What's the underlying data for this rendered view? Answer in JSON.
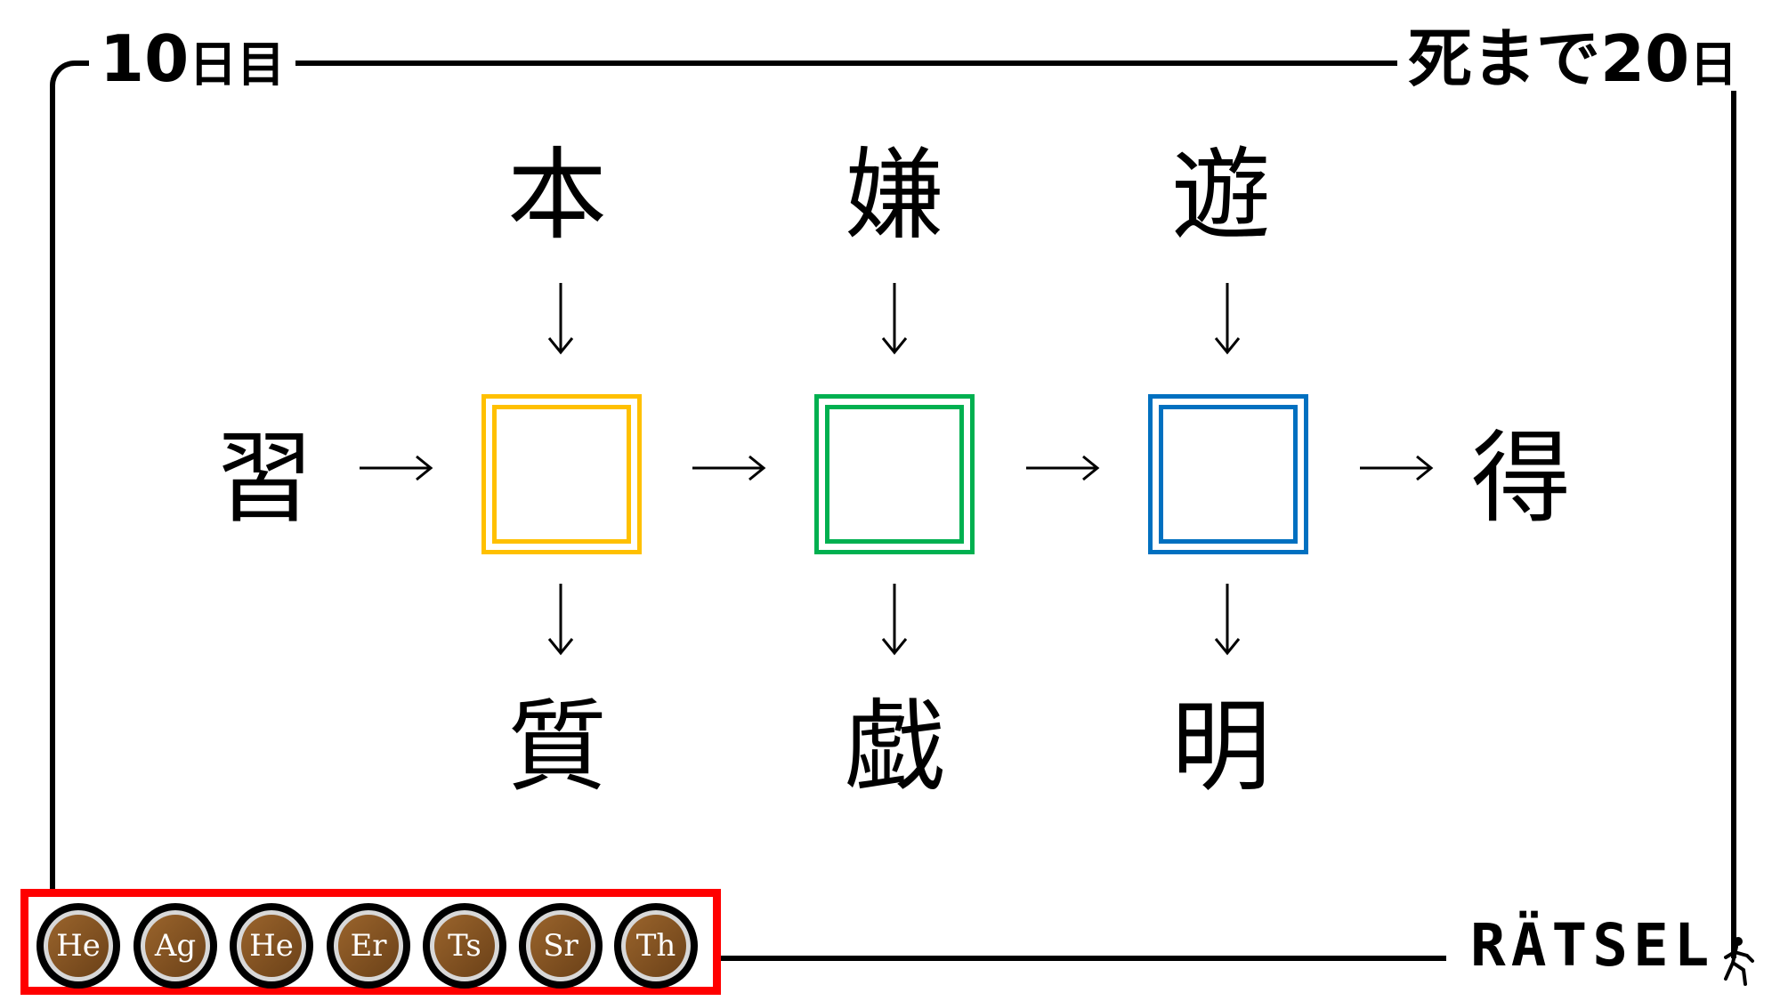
{
  "header": {
    "day_number": "10",
    "day_suffix": "日目",
    "remaining_prefix": "死まで",
    "remaining_number": "20",
    "remaining_suffix": "日"
  },
  "puzzle": {
    "top": [
      "本",
      "嫌",
      "遊"
    ],
    "left": "習",
    "right": "得",
    "bottom": [
      "質",
      "戯",
      "明"
    ],
    "boxes": [
      {
        "color": "#FFC000",
        "value": ""
      },
      {
        "color": "#00B050",
        "value": ""
      },
      {
        "color": "#0070C0",
        "value": ""
      }
    ],
    "arrow_down": "↓",
    "arrow_right": "→"
  },
  "hints": {
    "coins": [
      "He",
      "Ag",
      "He",
      "Er",
      "Ts",
      "Sr",
      "Th"
    ],
    "border_color": "#FF0000"
  },
  "logo": {
    "text": "RÄTSEL"
  }
}
